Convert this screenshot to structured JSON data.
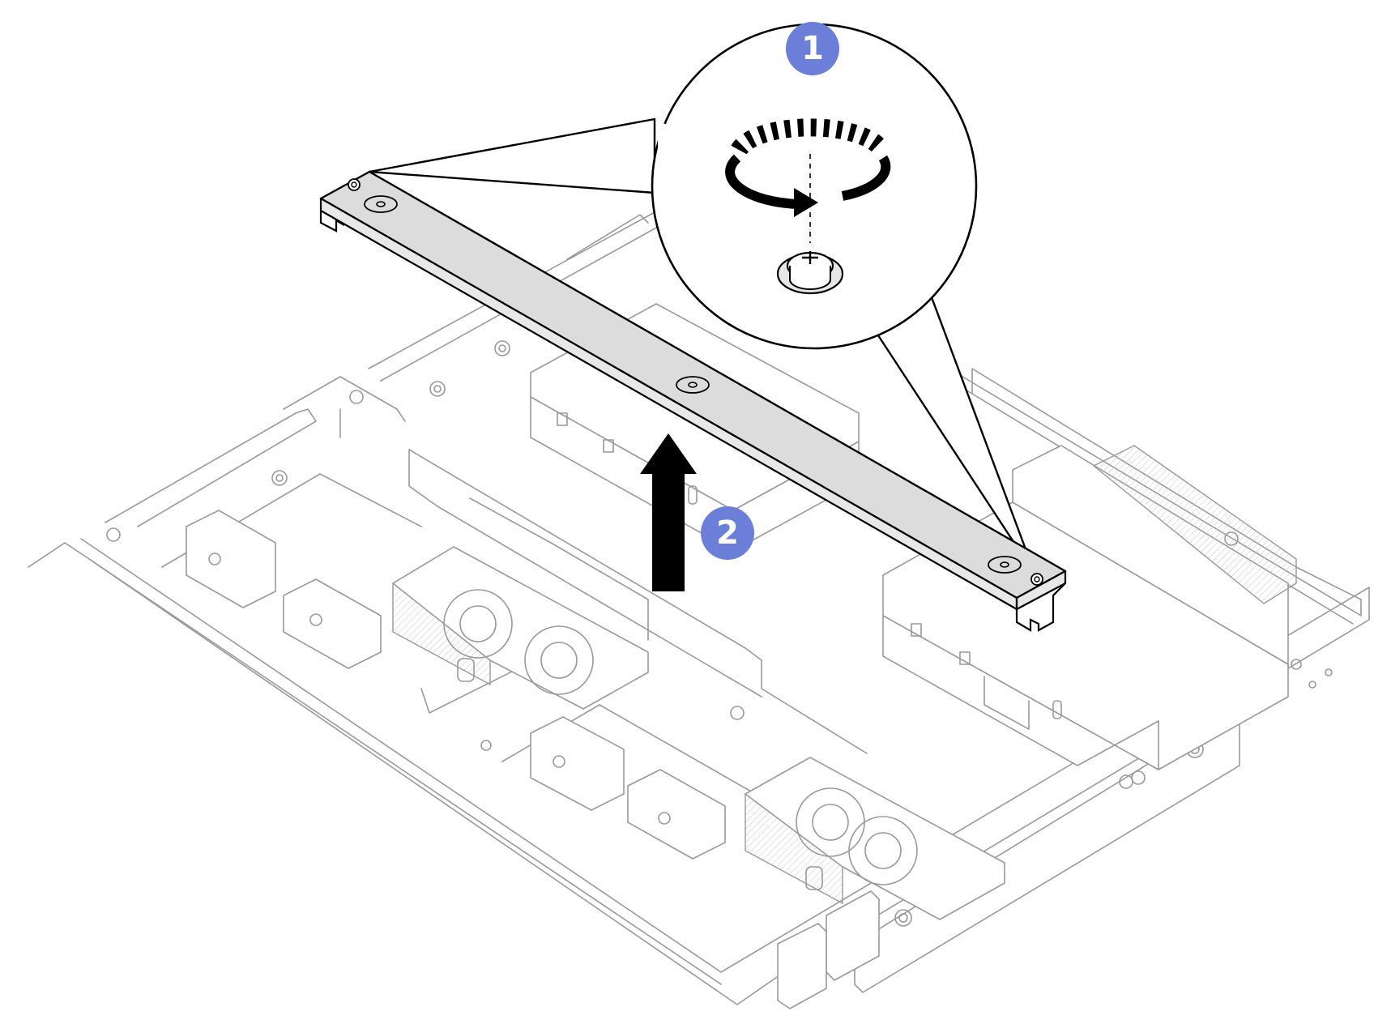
{
  "figure": {
    "steps": [
      {
        "number": "1",
        "action": "loosen-screw"
      },
      {
        "number": "2",
        "action": "lift-bracket"
      }
    ],
    "colors": {
      "step_badge": "#6c7fd8",
      "bracket_fill": "#dcdcdc",
      "outline": "#000000",
      "chassis_line": "#9a9a9a",
      "background": "#ffffff"
    },
    "icons": [
      "rotate-counterclockwise-icon",
      "lift-arrow-icon",
      "screw-icon",
      "zoom-callout-icon"
    ]
  }
}
